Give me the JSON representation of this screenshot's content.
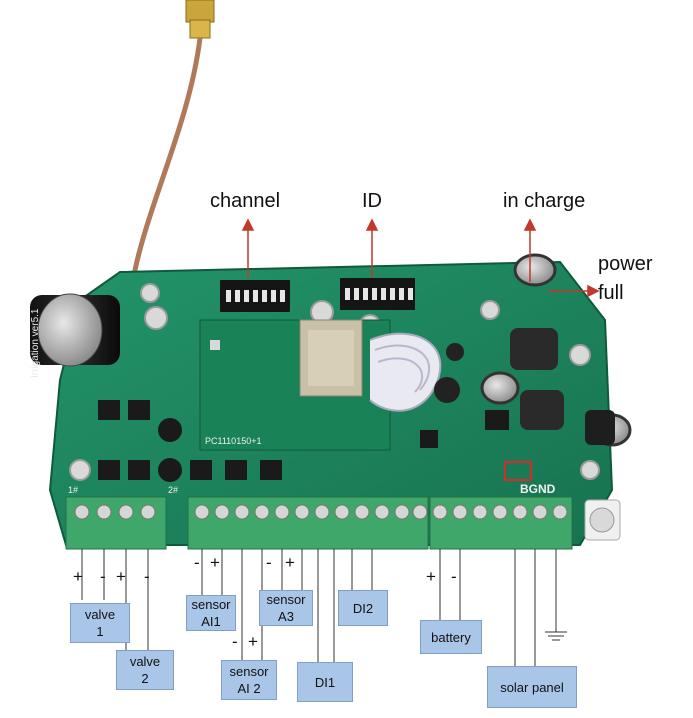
{
  "board": {
    "silkscreen_version": "Irrigation ver5.1",
    "module_label": "PC1110150+1",
    "terminal_label": "BGND",
    "label_1": "1#",
    "label_2": "2#"
  },
  "top_labels": {
    "channel": "channel",
    "id": "ID",
    "in_charge": "in charge",
    "power": "power",
    "full": "full"
  },
  "boxes": {
    "valve1_line1": "valve",
    "valve1_line2": "1",
    "valve2_line1": "valve",
    "valve2_line2": "2",
    "sensor_ai1_line1": "sensor",
    "sensor_ai1_line2": "AI1",
    "sensor_ai2_line1": "sensor",
    "sensor_ai2_line2": "AI 2",
    "sensor_a3_line1": "sensor",
    "sensor_a3_line2": "A3",
    "di1": "DI1",
    "di2": "DI2",
    "battery": "battery",
    "solar_panel": "solar panel"
  },
  "signs": {
    "plus": "+",
    "minus": "-"
  },
  "colors": {
    "pcb_green": "#1f8a5a",
    "terminal_green": "#3fa76a",
    "arrow_red": "#c0392b",
    "label_box": "#a9c5e8"
  }
}
